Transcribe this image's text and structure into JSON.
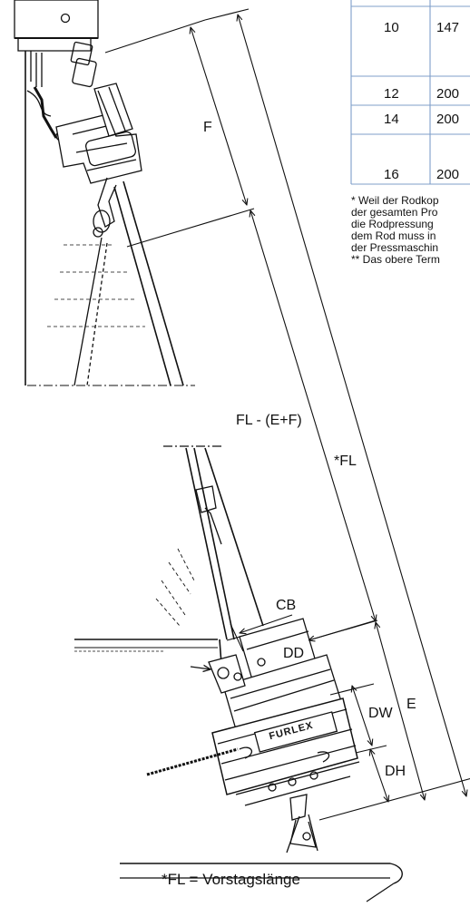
{
  "table": {
    "rows": [
      {
        "size": "10",
        "value": "147"
      },
      {
        "size": "12",
        "value": "200"
      },
      {
        "size": "14",
        "value": "200"
      },
      {
        "size": "16",
        "value": "200"
      }
    ]
  },
  "footnotes": [
    "* Weil der Rodkop",
    "der gesamten Pro",
    "die Rodpressung",
    "dem Rod muss in",
    "der Pressmaschin",
    "** Das obere Term"
  ],
  "labels": {
    "f": "F",
    "fl_ef": "FL - (E+F)",
    "fl": "*FL",
    "cb": "CB",
    "dd": "DD",
    "dw": "DW",
    "e": "E",
    "dh": "DH",
    "brand": "FURLEX",
    "caption": "*FL = Vorstagslänge"
  }
}
